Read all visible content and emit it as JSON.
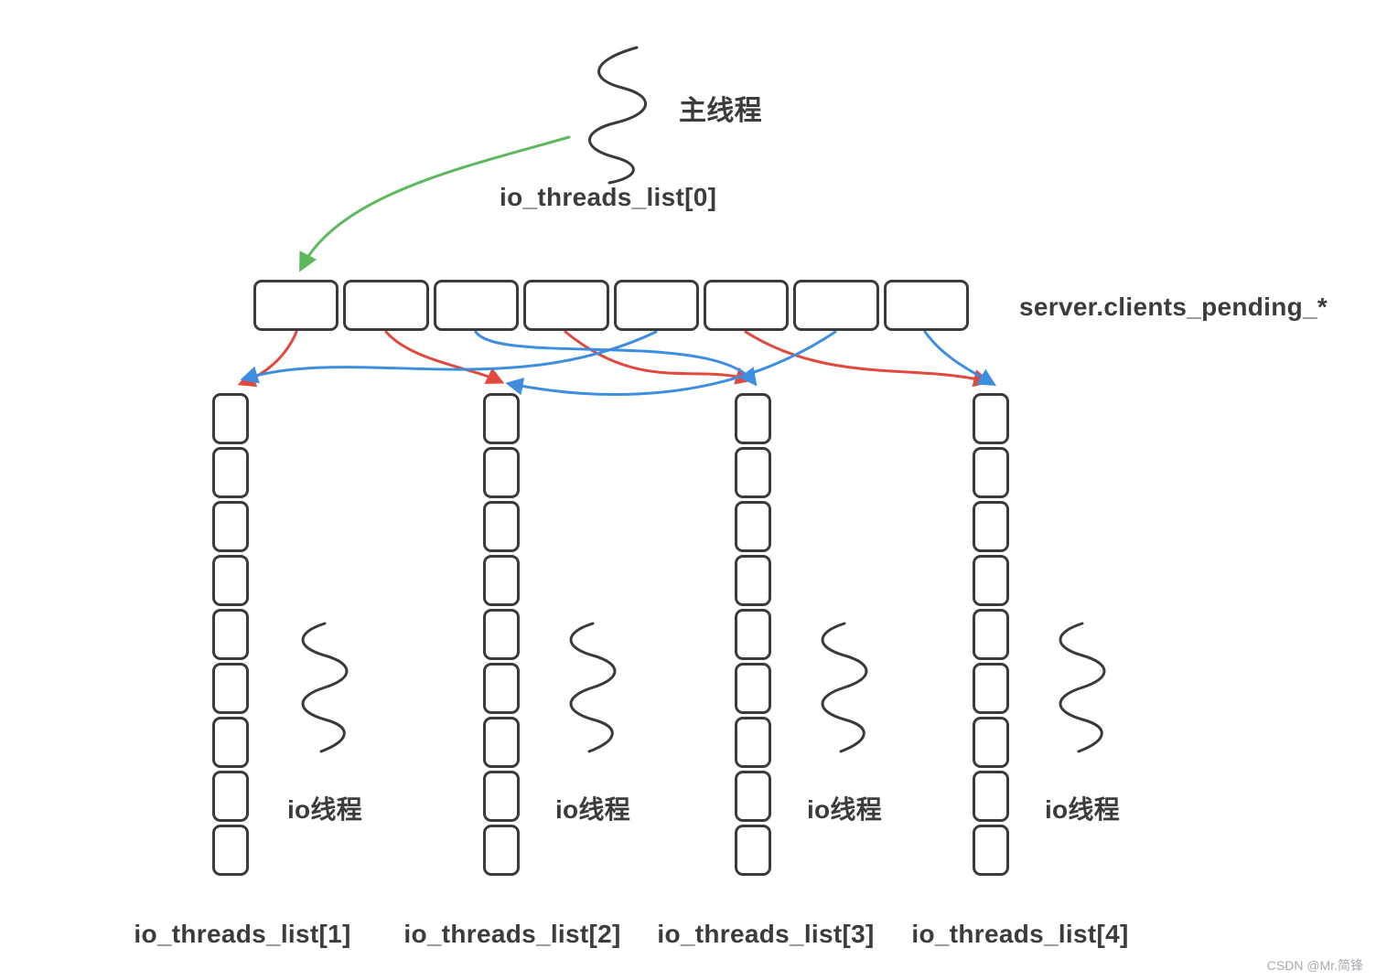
{
  "diagram": {
    "main_thread_label": "主线程",
    "main_thread_list_label": "io_threads_list[0]",
    "pending_array_label": "server.clients_pending_*",
    "pending_cell_count": 8,
    "io_queue_cell_count": 9,
    "io_thread_label": "io线程",
    "io_thread_list_labels": [
      "io_threads_list[1]",
      "io_threads_list[2]",
      "io_threads_list[3]",
      "io_threads_list[4]"
    ],
    "colors": {
      "green_arrow": "#5cb85c",
      "red_arrow": "#e0493c",
      "blue_arrow": "#3e8ee0",
      "stroke": "#3a3a3a",
      "text": "#3c3c3c"
    }
  },
  "watermark": "CSDN @Mr.简锋"
}
